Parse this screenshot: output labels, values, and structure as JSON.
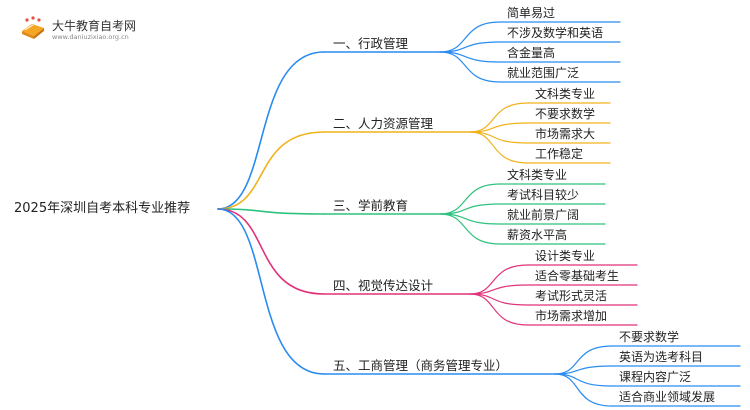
{
  "logo": {
    "name": "大牛教育自考网",
    "url": "www.daniuzixiao.org.cn",
    "colors": {
      "book": "#f5a623",
      "accent": "#e94e3b"
    }
  },
  "mindmap": {
    "root": "2025年深圳自考本科专业推荐",
    "branches": [
      {
        "label": "一、行政管理",
        "color": "#2a8cf0",
        "leaves": [
          "简单易过",
          "不涉及数学和英语",
          "含金量高",
          "就业范围广泛"
        ]
      },
      {
        "label": "二、人力资源管理",
        "color": "#f0b21a",
        "leaves": [
          "文科类专业",
          "不要求数学",
          "市场需求大",
          "工作稳定"
        ]
      },
      {
        "label": "三、学前教育",
        "color": "#2ec27e",
        "leaves": [
          "文科类专业",
          "考试科目较少",
          "就业前景广阔",
          "薪资水平高"
        ]
      },
      {
        "label": "四、视觉传达设计",
        "color": "#e0327a",
        "leaves": [
          "设计类专业",
          "适合零基础考生",
          "考试形式灵活",
          "市场需求增加"
        ]
      },
      {
        "label": "五、工商管理（商务管理专业）",
        "color": "#2a8cf0",
        "leaves": [
          "不要求数学",
          "英语为选考科目",
          "课程内容广泛",
          "适合商业领域发展"
        ]
      }
    ]
  }
}
